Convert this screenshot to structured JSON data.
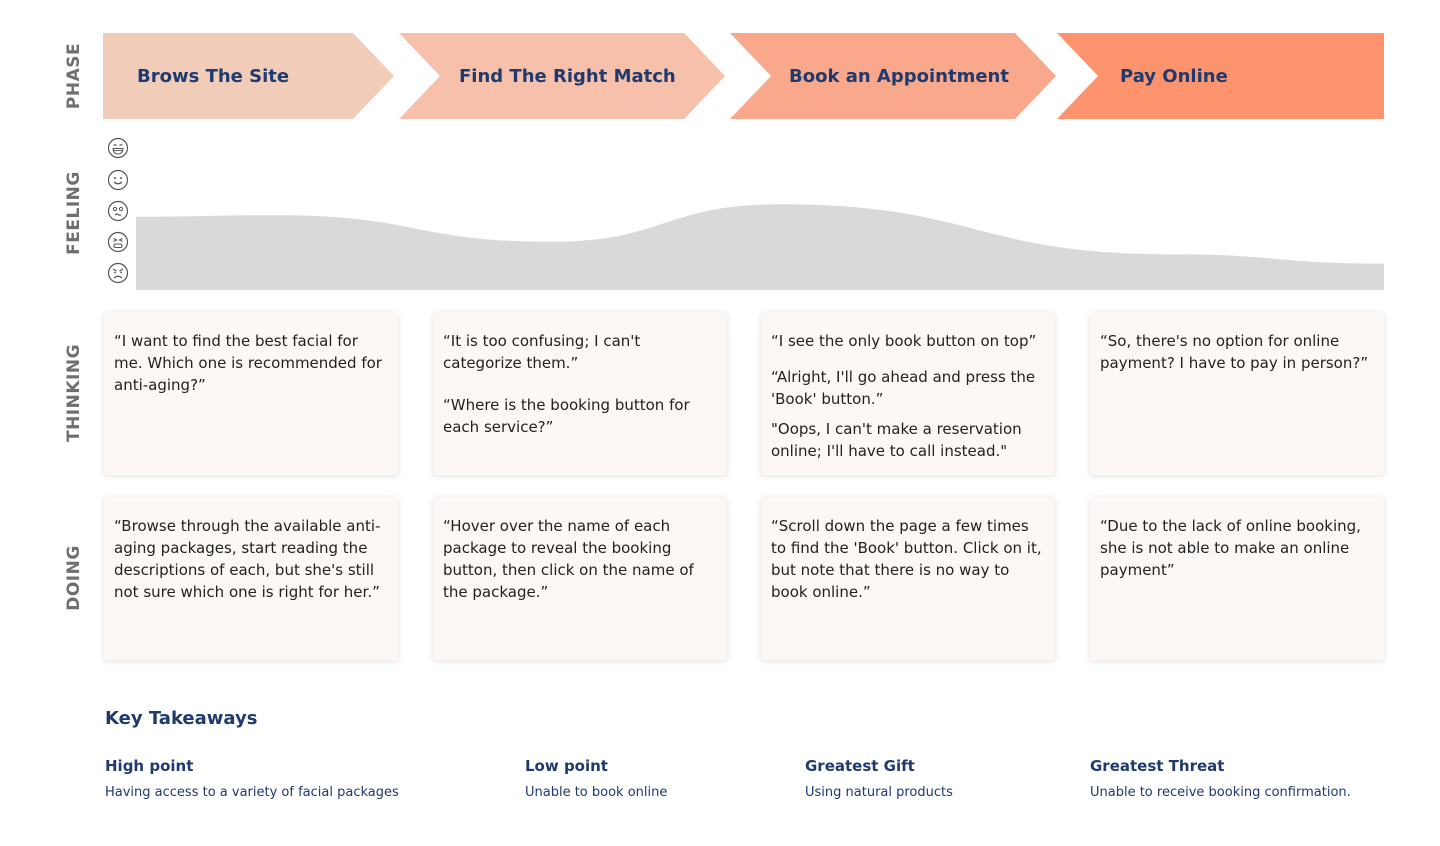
{
  "rows": {
    "phase": "PHASE",
    "feeling": "FEELING",
    "thinking": "THINKING",
    "doing": "DOING"
  },
  "phases": [
    {
      "label": "Brows The Site",
      "color": "#f0ccb9"
    },
    {
      "label": "Find The Right Match",
      "color": "#f7c0ab"
    },
    {
      "label": "Book an Appointment",
      "color": "#f9a88b"
    },
    {
      "label": "Pay Online",
      "color": "#fe946e"
    }
  ],
  "feeling_scale": [
    {
      "icon": "laughing-face-icon"
    },
    {
      "icon": "smiling-face-icon"
    },
    {
      "icon": "confused-face-icon"
    },
    {
      "icon": "tired-face-icon"
    },
    {
      "icon": "angry-face-icon"
    }
  ],
  "feeling_curve": {
    "color": "#d9d9d9",
    "scale_note": "level on 0-4 scale (4 = happiest)",
    "levels": [
      1.8,
      1.85,
      1.0,
      2.2,
      0.6,
      0.3
    ]
  },
  "thinking": [
    [
      "“I want to find the best facial for me. Which one is recommended for anti-aging?”"
    ],
    [
      "“It is too confusing; I can't categorize them.”",
      "“Where is the booking button for each service?”"
    ],
    [
      "“I see the only book button on top”",
      "“Alright, I'll go ahead and press the 'Book' button.”",
      "\"Oops, I can't make a reservation online; I'll have to call instead.\""
    ],
    [
      "“So, there's no option for online payment? I have to pay in person?”"
    ]
  ],
  "doing": [
    "“Browse through the available anti-aging packages, start reading the descriptions of each, but she's still not sure which one is right for her.”",
    "“Hover over the name of each package to reveal the booking button, then click on the name of the package.”",
    "“Scroll down the page a few times to find the 'Book' button. Click on it, but note that there is no way to book online.”",
    "“Due to the lack of online booking, she is not able to make an online payment”"
  ],
  "takeaways": {
    "title": "Key Takeaways",
    "items": [
      {
        "heading": "High point",
        "text": "Having access to a variety of facial packages"
      },
      {
        "heading": "Low point",
        "text": "Unable to book online"
      },
      {
        "heading": "Greatest Gift",
        "text": "Using natural products"
      },
      {
        "heading": "Greatest Threat",
        "text": "Unable to receive booking confirmation."
      }
    ]
  }
}
